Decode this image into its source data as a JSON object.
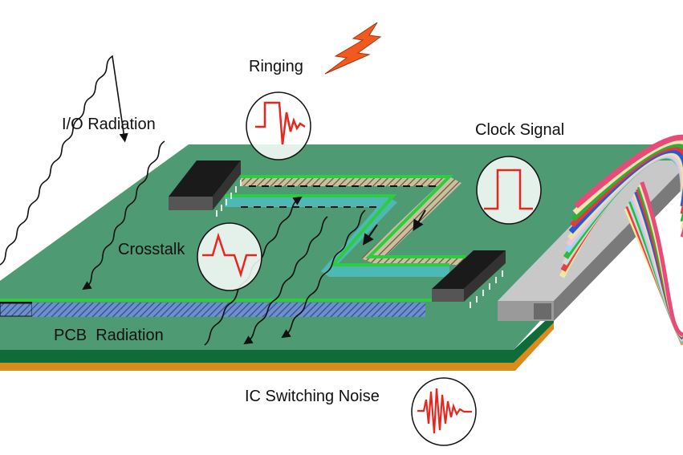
{
  "labels": {
    "ringing": "Ringing",
    "io_radiation": "I/O Radiation",
    "clock_signal": "Clock Signal",
    "crosstalk": "Crosstalk",
    "pcb_radiation": "PCB  Radiation",
    "ic_switching_noise": "IC Switching Noise"
  },
  "colors": {
    "board_top": "#4d9a73",
    "board_edge": "#0f6b3a",
    "board_bottom": "#d98c1a",
    "trace": "#2ecc40",
    "trace_shadow": "#4fc1c4",
    "signal": "#e8261e",
    "lightning": "#f05a1e",
    "chip": "#1a1a1a",
    "connector": "#9a9a9a",
    "io_cable_fill": "#3b5fa8"
  },
  "cable_colors": [
    "#f4e9a0",
    "#e84040",
    "#d8d8d8",
    "#2dbb3a",
    "#9fd8f5",
    "#f3c4d9",
    "#e8e2b0",
    "#2a57d6",
    "#e63a3a",
    "#2fae3a",
    "#f7e4b0",
    "#e84a7a"
  ]
}
